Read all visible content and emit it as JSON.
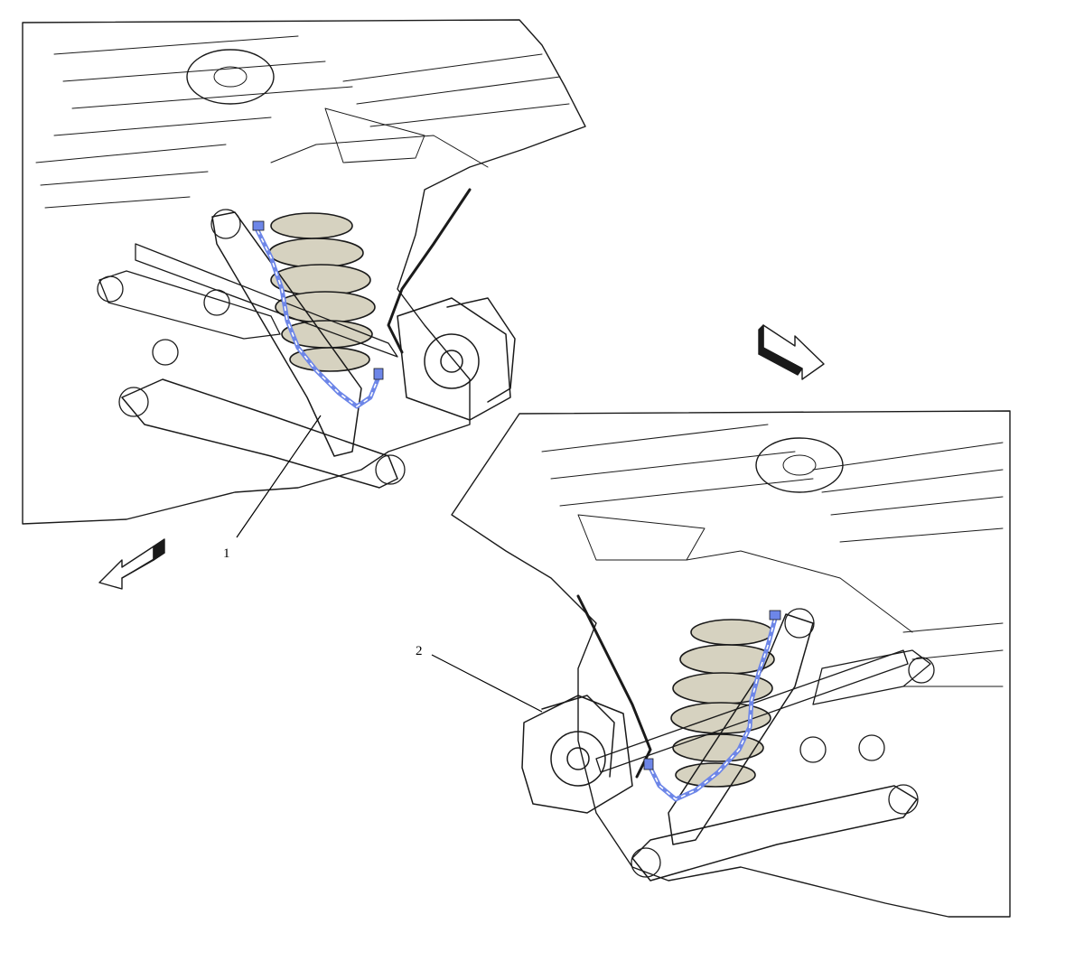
{
  "figure": {
    "callouts": [
      {
        "id": "1",
        "label": "1"
      },
      {
        "id": "2",
        "label": "2"
      }
    ],
    "colors": {
      "body": "#d6d2c0",
      "body_dark": "#bfbaa6",
      "outline": "#1a1a1a",
      "harness": "#6d86e8",
      "background": "#ffffff"
    },
    "icons": [
      "arrow-forward-icon",
      "arrow-rearward-icon"
    ]
  }
}
